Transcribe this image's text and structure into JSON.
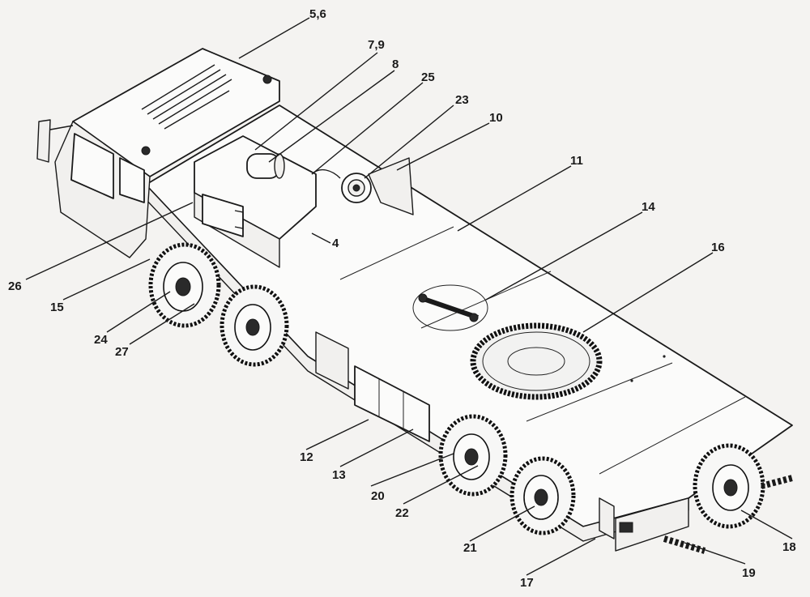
{
  "diagram": {
    "callouts": [
      {
        "id": "c-5-6",
        "text": "5,6"
      },
      {
        "id": "c-7-9",
        "text": "7,9"
      },
      {
        "id": "c-8",
        "text": "8"
      },
      {
        "id": "c-25",
        "text": "25"
      },
      {
        "id": "c-23",
        "text": "23"
      },
      {
        "id": "c-10",
        "text": "10"
      },
      {
        "id": "c-11",
        "text": "11"
      },
      {
        "id": "c-14",
        "text": "14"
      },
      {
        "id": "c-16",
        "text": "16"
      },
      {
        "id": "c-4",
        "text": "4"
      },
      {
        "id": "c-26",
        "text": "26"
      },
      {
        "id": "c-15",
        "text": "15"
      },
      {
        "id": "c-24",
        "text": "24"
      },
      {
        "id": "c-27",
        "text": "27"
      },
      {
        "id": "c-12",
        "text": "12"
      },
      {
        "id": "c-13",
        "text": "13"
      },
      {
        "id": "c-20",
        "text": "20"
      },
      {
        "id": "c-22",
        "text": "22"
      },
      {
        "id": "c-21",
        "text": "21"
      },
      {
        "id": "c-17",
        "text": "17"
      },
      {
        "id": "c-19",
        "text": "19"
      },
      {
        "id": "c-18",
        "text": "18"
      }
    ]
  }
}
